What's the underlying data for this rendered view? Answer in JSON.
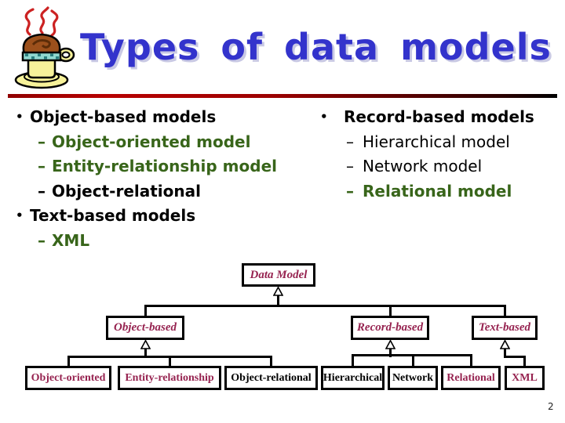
{
  "slide": {
    "title": "Types of data models",
    "page_number": "2"
  },
  "bullets": {
    "level1_marker": "•",
    "level2_marker": "–",
    "left": [
      {
        "label": "Object-based models",
        "level": 1,
        "color": "#000000"
      },
      {
        "label": "Object-oriented model",
        "level": 2,
        "color": "#38651a"
      },
      {
        "label": "Entity-relationship model",
        "level": 2,
        "color": "#38651a"
      },
      {
        "label": "Object-relational",
        "level": 2,
        "color": "#000000"
      },
      {
        "label": "Text-based models",
        "level": 1,
        "color": "#000000"
      },
      {
        "label": "XML",
        "level": 2,
        "color": "#38651a"
      }
    ],
    "right": [
      {
        "label": "Record-based models",
        "level": 1,
        "color": "#000000"
      },
      {
        "label": "Hierarchical model",
        "level": 2,
        "color": "#000000"
      },
      {
        "label": "Network model",
        "level": 2,
        "color": "#000000"
      },
      {
        "label": "Relational model",
        "level": 2,
        "color": "#38651a"
      }
    ]
  },
  "diagram": {
    "root": {
      "label": "Data Model",
      "color": "#962350"
    },
    "level2": [
      {
        "label": "Object-based",
        "color": "#962350"
      },
      {
        "label": "Record-based",
        "color": "#962350"
      },
      {
        "label": "Text-based",
        "color": "#962350"
      }
    ],
    "leaves": [
      {
        "label": "Object-oriented",
        "color": "#962350"
      },
      {
        "label": "Entity-relationship",
        "color": "#962350"
      },
      {
        "label": "Object-relational",
        "color": "#000000"
      },
      {
        "label": "Hierarchical",
        "color": "#000000"
      },
      {
        "label": "Network",
        "color": "#000000"
      },
      {
        "label": "Relational",
        "color": "#962350"
      },
      {
        "label": "XML",
        "color": "#962350"
      }
    ]
  },
  "colors": {
    "title_blue": "#3333cc",
    "title_shadow": "#c9c9e4",
    "bullet_green": "#38651a",
    "node_maroon": "#962350",
    "rule_red": "#b80000",
    "box_border": "#000000"
  }
}
